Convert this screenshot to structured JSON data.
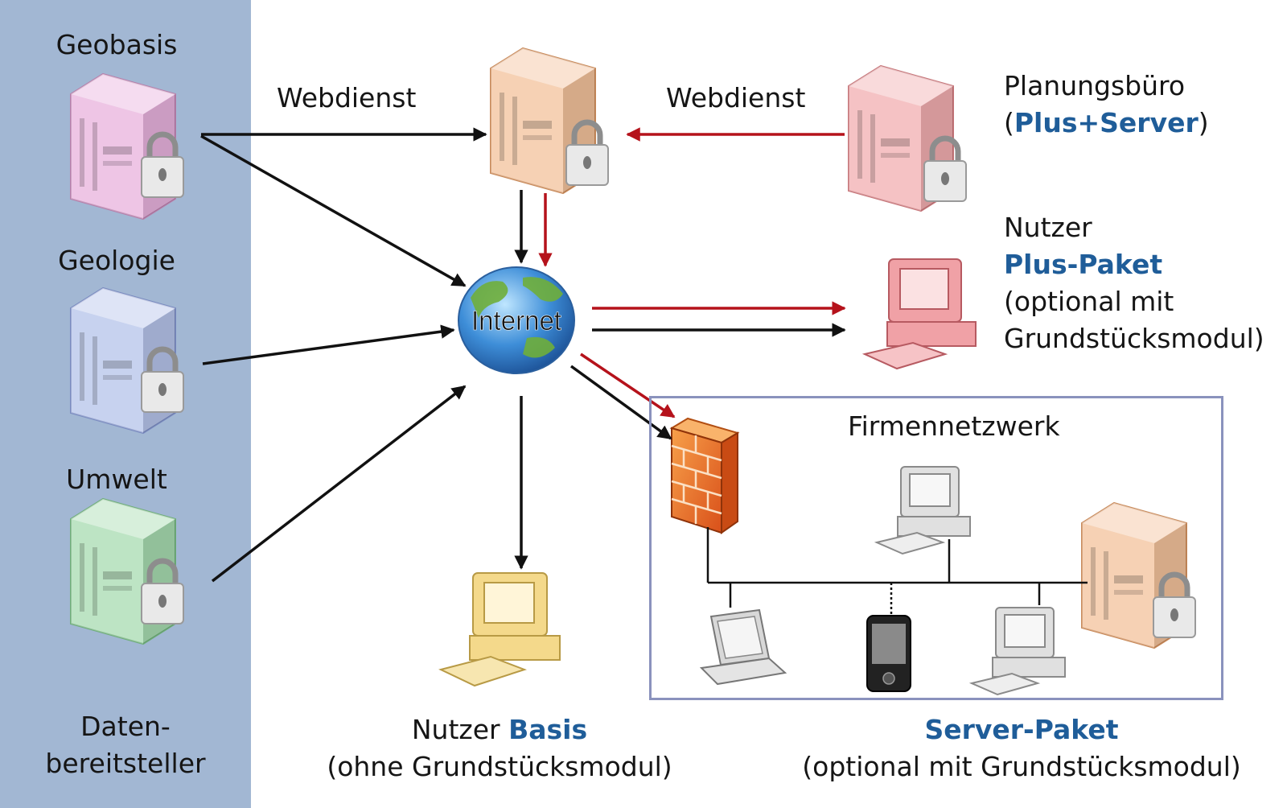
{
  "providers_panel": {
    "geobasis": "Geobasis",
    "geologie": "Geologie",
    "umwelt": "Umwelt",
    "caption_line1": "Daten-",
    "caption_line2": "bereitsteller"
  },
  "links": {
    "webdienst_left": "Webdienst",
    "webdienst_right": "Webdienst"
  },
  "internet": {
    "label": "Internet"
  },
  "planungsbuero": {
    "title": "Planungsbüro",
    "open": "(",
    "product": "Plus+Server",
    "close": ")"
  },
  "nutzer_plus": {
    "line1": "Nutzer",
    "product": "Plus-Paket",
    "line3": "(optional mit",
    "line4": "Grundstücksmodul)"
  },
  "firmennetzwerk": {
    "label": "Firmennetzwerk"
  },
  "nutzer_basis": {
    "prefix": "Nutzer ",
    "product": "Basis",
    "line2": "(ohne Grundstücksmodul)"
  },
  "server_paket": {
    "product": "Server-Paket",
    "line2": "(optional mit Grundstücksmodul)"
  },
  "colors": {
    "sidebar": "#a2b7d3",
    "arrow_black": "#111111",
    "arrow_red": "#b5121b",
    "product_blue": "#1f5d99",
    "box_border": "#8a92bd"
  }
}
